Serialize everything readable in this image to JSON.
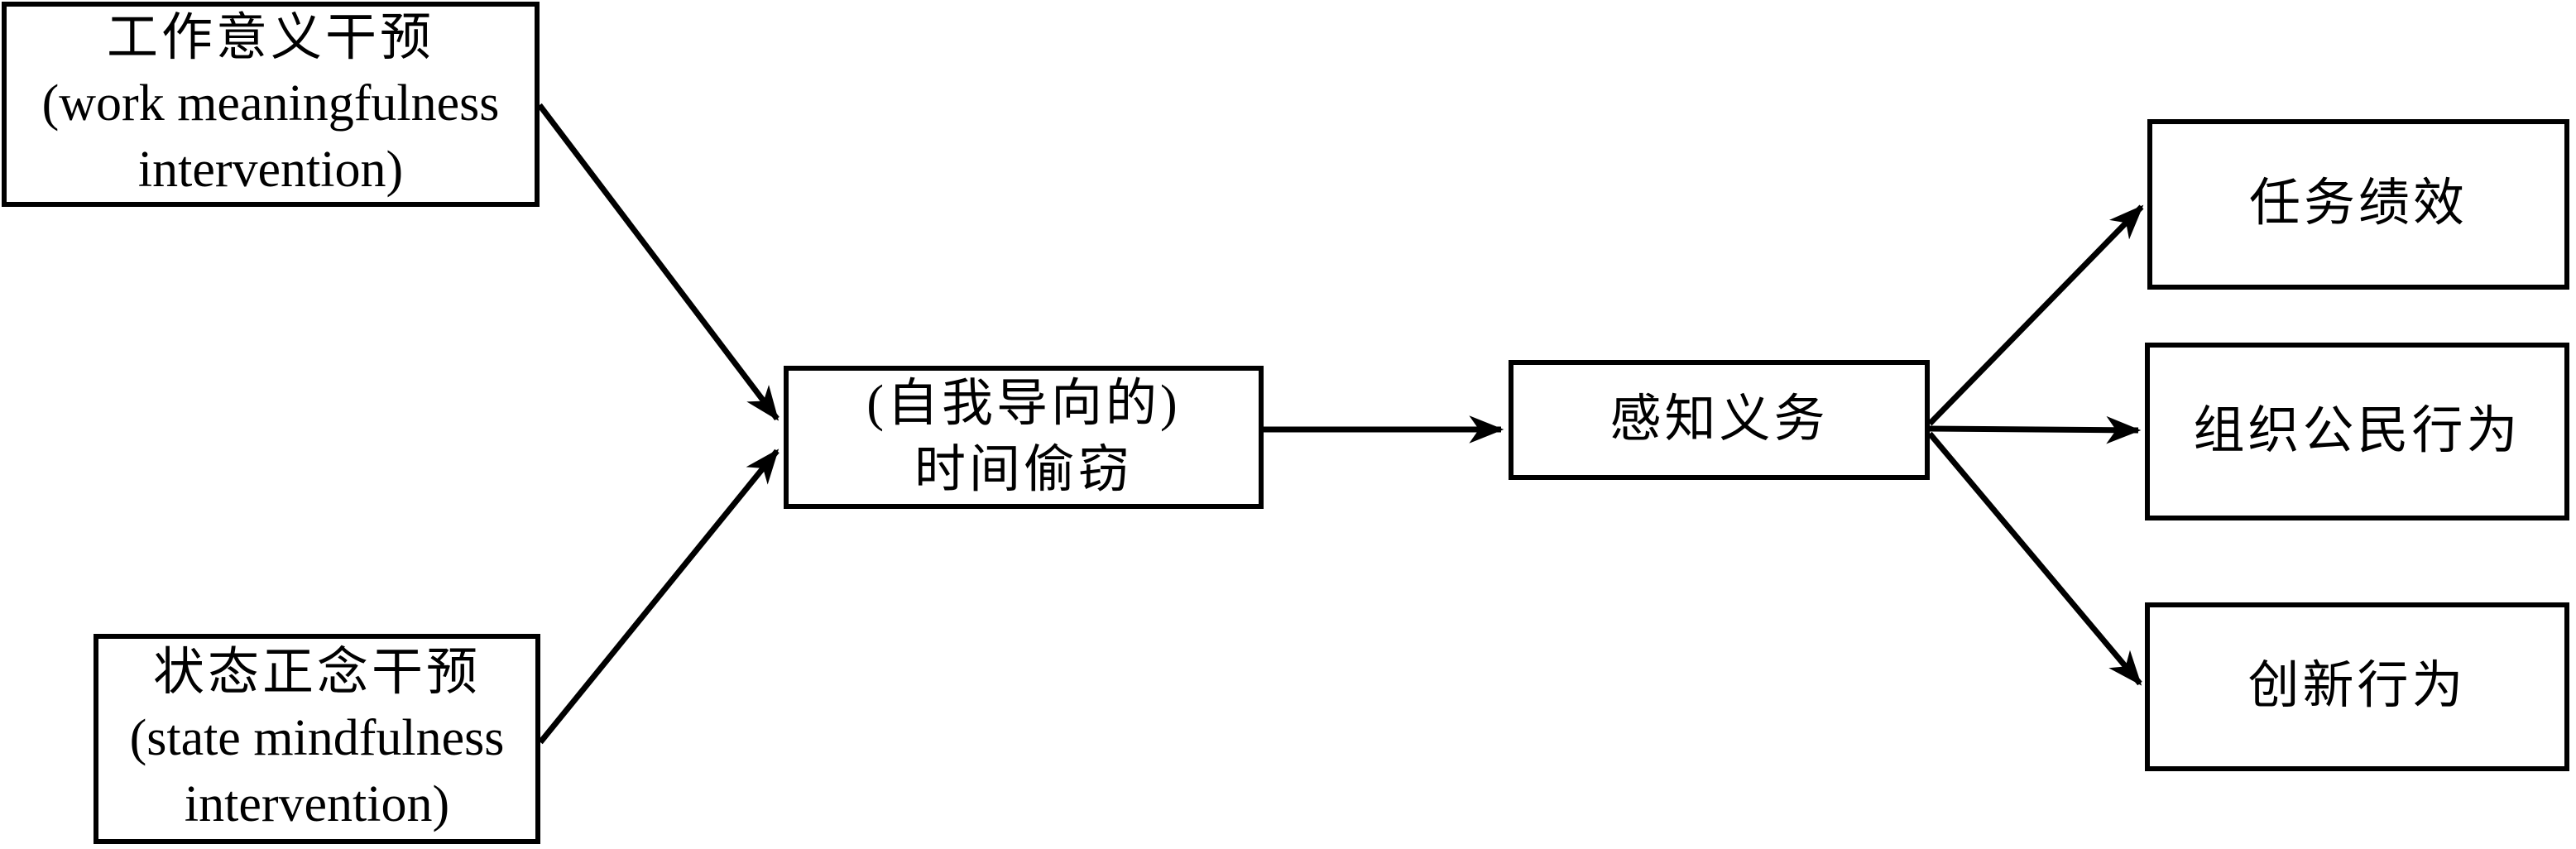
{
  "page": {
    "background_color": "#ffffff",
    "line_color": "#000000",
    "box_border_color": "#000000",
    "text_color": "#000000"
  },
  "diagram": {
    "type": "path-model-flowchart",
    "nodes": {
      "work_meaningfulness": {
        "line1": "工作意义干预",
        "line2": "(work meaningfulness",
        "line3": "intervention)"
      },
      "state_mindfulness": {
        "line1": "状态正念干预",
        "line2": "(state mindfulness",
        "line3": "intervention)"
      },
      "time_theft": {
        "line1": "(自我导向的)",
        "line2": "时间偷窃"
      },
      "perceived_obligation": {
        "label": "感知义务"
      },
      "task_performance": {
        "label": "任务绩效"
      },
      "organizational_citizenship_behavior": {
        "label": "组织公民行为"
      },
      "innovative_behavior": {
        "label": "创新行为"
      }
    },
    "edges": [
      {
        "from": "work_meaningfulness",
        "to": "time_theft",
        "style": "arrow"
      },
      {
        "from": "state_mindfulness",
        "to": "time_theft",
        "style": "arrow"
      },
      {
        "from": "time_theft",
        "to": "perceived_obligation",
        "style": "arrow"
      },
      {
        "from": "perceived_obligation",
        "to": "task_performance",
        "style": "arrow"
      },
      {
        "from": "perceived_obligation",
        "to": "organizational_citizenship_behavior",
        "style": "arrow"
      },
      {
        "from": "perceived_obligation",
        "to": "innovative_behavior",
        "style": "arrow"
      }
    ]
  }
}
